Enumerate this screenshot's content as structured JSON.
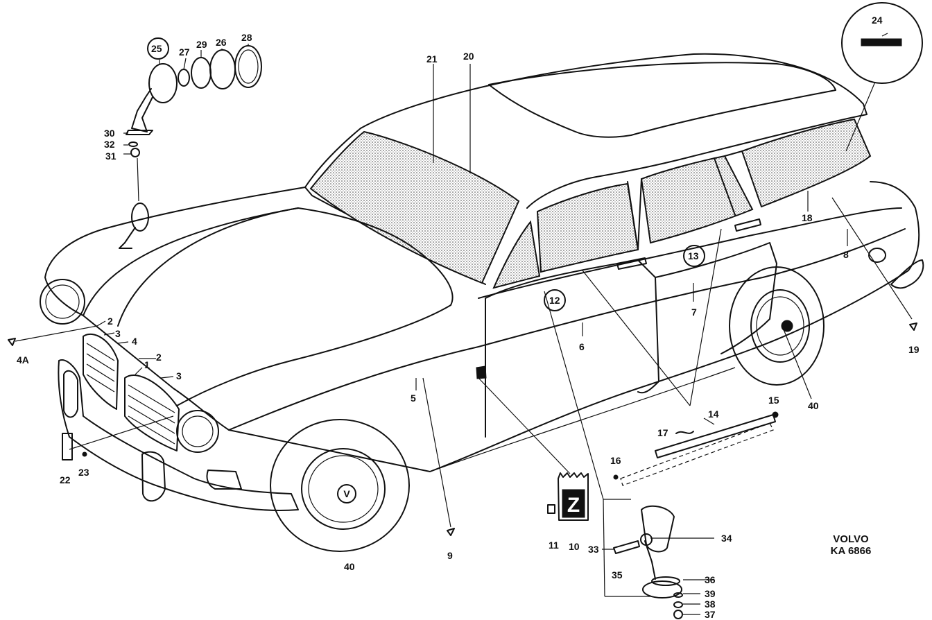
{
  "brand": {
    "line1": "VOLVO",
    "line2": "KA 6866"
  },
  "callouts": {
    "p1": "1",
    "p2": "2",
    "p3": "3",
    "p4": "4",
    "p4a": "4A",
    "p5": "5",
    "p6": "6",
    "p7": "7",
    "p8": "8",
    "p9": "9",
    "p10": "10",
    "p11": "11",
    "p12": "12",
    "p13": "13",
    "p14": "14",
    "p15": "15",
    "p16": "16",
    "p17": "17",
    "p18": "18",
    "p19": "19",
    "p20": "20",
    "p21": "21",
    "p22": "22",
    "p23": "23",
    "p24": "24",
    "p25": "25",
    "p26": "26",
    "p27": "27",
    "p28": "28",
    "p29": "29",
    "p30": "30",
    "p31": "31",
    "p32": "32",
    "p33": "33",
    "p34": "34",
    "p35": "35",
    "p36": "36",
    "p37": "37",
    "p38": "38",
    "p39": "39",
    "p40": "40"
  },
  "badge_letter": "Z",
  "hub_letter": "V"
}
